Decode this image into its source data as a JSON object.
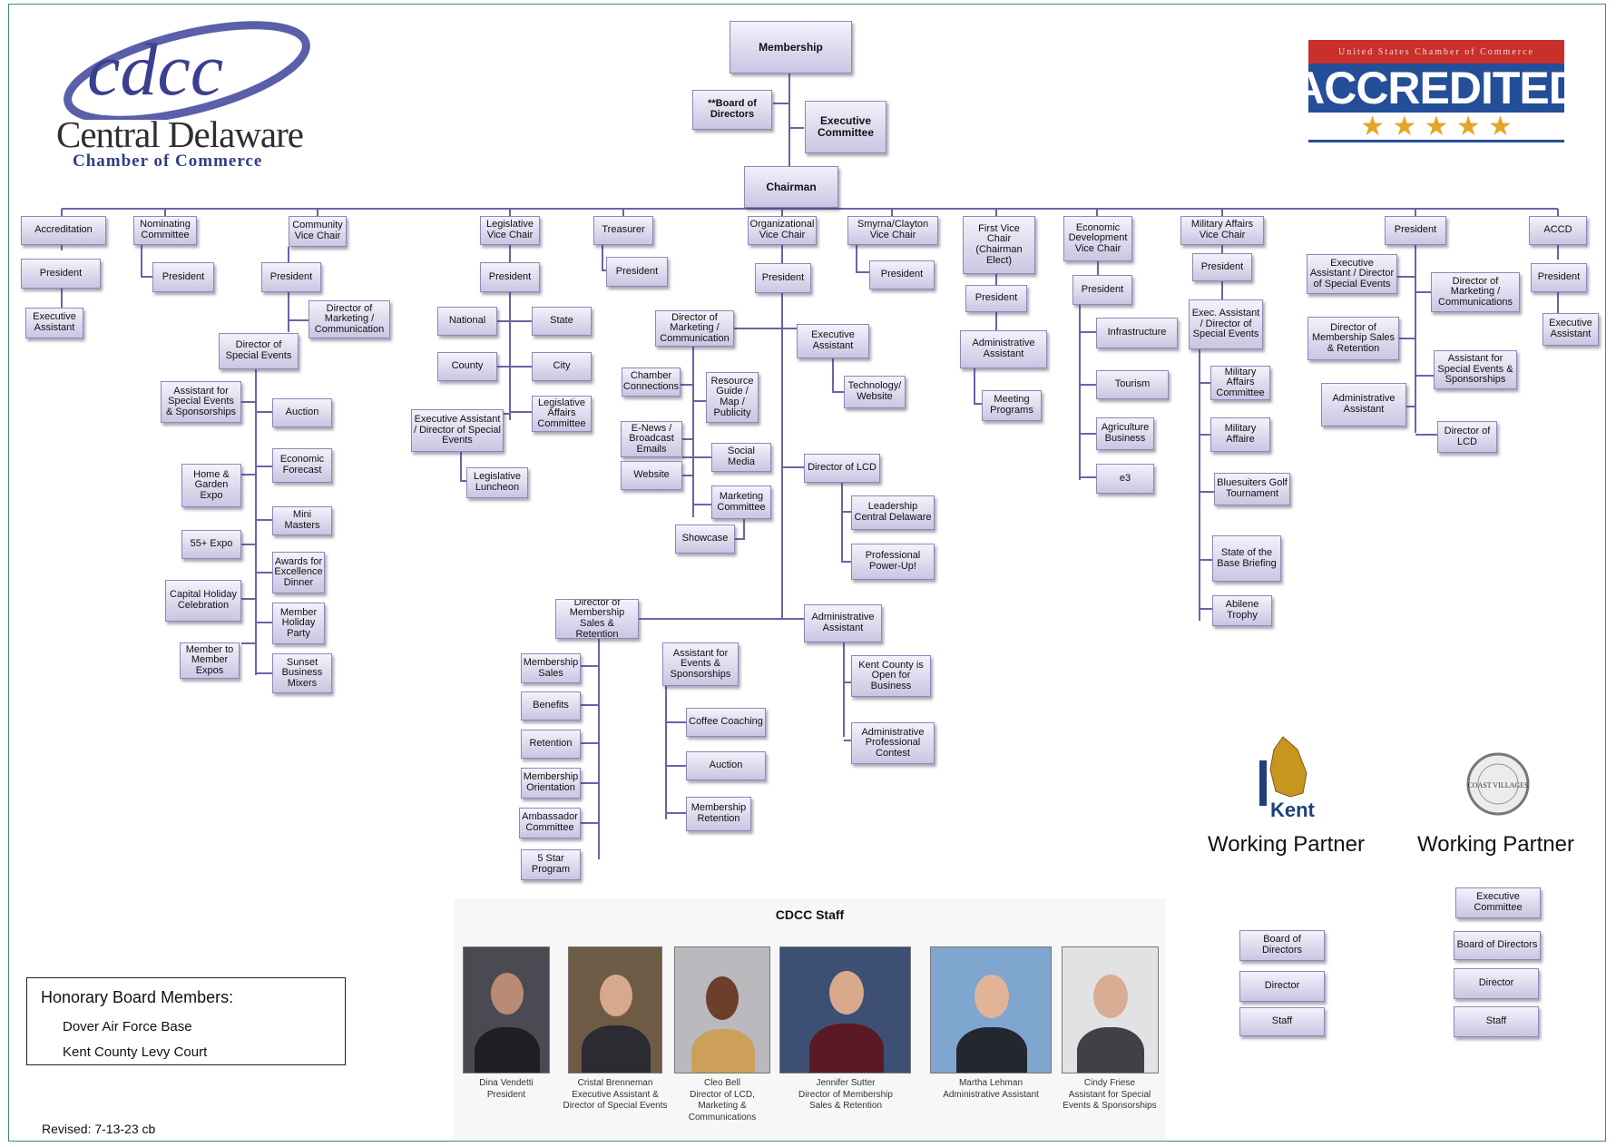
{
  "logo_left": {
    "mark": "cdcc",
    "name": "Central Delaware",
    "subtitle": "Chamber of Commerce"
  },
  "logo_right": {
    "top": "United States Chamber of Commerce",
    "main": "ACCREDITED",
    "stars": "★ ★ ★ ★ ★"
  },
  "colors": {
    "frame": "#3c8a86",
    "box_border": "#8e88b6",
    "line": "#6a63a8",
    "accredited_blue": "#244e98",
    "accredited_red": "#c9302b",
    "star_gold": "#e3a625"
  },
  "org": {
    "membership": "Membership",
    "board": "**Board of Directors",
    "executive_committee": "Executive Committee",
    "chairman": "Chairman",
    "top": {
      "accreditation": "Accreditation",
      "nominating": "Nominating Committee",
      "community_vc": "Community Vice Chair",
      "legislative_vc": "Legislative Vice Chair",
      "treasurer": "Treasurer",
      "organizational_vc": "Organizational Vice Chair",
      "smyrna_vc": "Smyrna/Clayton Vice Chair",
      "first_vc": "First Vice Chair (Chairman Elect)",
      "econ_vc": "Economic Development Vice Chair",
      "military_vc": "Military Affairs Vice Chair",
      "president_top": "President",
      "accd": "ACCD"
    },
    "president": "President",
    "accreditation": {
      "exec_asst": "Executive Assistant"
    },
    "community": {
      "dir_marketing": "Director of Marketing / Communication",
      "dir_special": "Director of Special Events",
      "asst_special": "Assistant for Special Events & Sponsorships",
      "right": [
        "Auction",
        "Economic Forecast",
        "Mini Masters",
        "Awards for Excellence Dinner",
        "Member Holiday Party",
        "Sunset Business Mixers"
      ],
      "left": [
        "Home & Garden Expo",
        "55+ Expo",
        "Capital Holiday Celebration",
        "Member to Member Expos"
      ]
    },
    "legislative": {
      "national": "National",
      "state": "State",
      "county": "County",
      "city": "City",
      "affairs": "Legislative Affairs Committee",
      "exec_asst": "Executive Assistant / Director of Special Events",
      "luncheon": "Legislative Luncheon"
    },
    "organizational": {
      "dir_marketing": "Director of Marketing / Communication",
      "chamber_connections": "Chamber Connections",
      "resource_guide": "Resource Guide / Map / Publicity",
      "enews": "E-News / Broadcast Emails",
      "social": "Social Media",
      "website": "Website",
      "marketing_committee": "Marketing Committee",
      "showcase": "Showcase",
      "exec_asst": "Executive Assistant",
      "tech": "Technology/ Website",
      "dir_lcd": "Director of LCD",
      "leadership": "Leadership Central Delaware",
      "powerup": "Professional Power-Up!",
      "dir_membership": "Director of Membership Sales & Retention",
      "membership_list": [
        "Membership Sales",
        "Benefits",
        "Retention",
        "Membership Orientation",
        "Ambassador Committee",
        "5 Star Program"
      ],
      "asst_events": "Assistant for Events & Sponsorships",
      "events_list": [
        "Coffee Coaching",
        "Auction",
        "Membership Retention"
      ],
      "admin_asst": "Administrative Assistant",
      "kent_open": "Kent County is Open for Business",
      "admin_contest": "Administrative Professional Contest"
    },
    "first_vc": {
      "admin_asst": "Administrative Assistant",
      "meeting": "Meeting Programs"
    },
    "econ": {
      "items": [
        "Infrastructure",
        "Tourism",
        "Agriculture Business",
        "e3"
      ]
    },
    "military": {
      "exec_asst": "Exec. Assistant / Director of Special Events",
      "items": [
        "Military Affairs Committee",
        "Military Affaire",
        "Bluesuiters Golf Tournament",
        "State of the Base Briefing",
        "Abilene Trophy"
      ]
    },
    "president_col": {
      "exec_asst": "Executive Assistant / Director of Special Events",
      "dir_marketing": "Director of Marketing / Communications",
      "dir_membership": "Director of Membership Sales & Retention",
      "asst_special": "Assistant for Special Events & Sponsorships",
      "admin_asst": "Administrative Assistant",
      "dir_lcd": "Director of LCD"
    },
    "accd": {
      "exec_asst": "Executive Assistant"
    }
  },
  "partners": {
    "label": "Working Partner",
    "kent_logo": "Kent",
    "coast_logo": "COAST VILLAGES",
    "col1": [
      "Board of Directors",
      "Director",
      "Staff"
    ],
    "col2": [
      "Executive Committee",
      "Board of Directors",
      "Director",
      "Staff"
    ]
  },
  "staff": {
    "title": "CDCC Staff",
    "members": [
      {
        "caption": "Dina Vendetti\nPresident"
      },
      {
        "caption": "Cristal Brenneman\nExecutive Assistant &\nDirector of Special Events"
      },
      {
        "caption": "Cleo Bell\nDirector of LCD,\nMarketing &\nCommunications"
      },
      {
        "caption": "Jennifer Sutter\nDirector of Membership\nSales & Retention"
      },
      {
        "caption": "Martha Lehman\nAdministrative Assistant"
      },
      {
        "caption": "Cindy Friese\nAssistant for Special\nEvents & Sponsorships"
      }
    ]
  },
  "honorary": {
    "title": "Honorary Board Members:",
    "items": [
      "Dover Air Force Base",
      "Kent County Levy Court"
    ]
  },
  "revised": "Revised: 7-13-23 cb"
}
